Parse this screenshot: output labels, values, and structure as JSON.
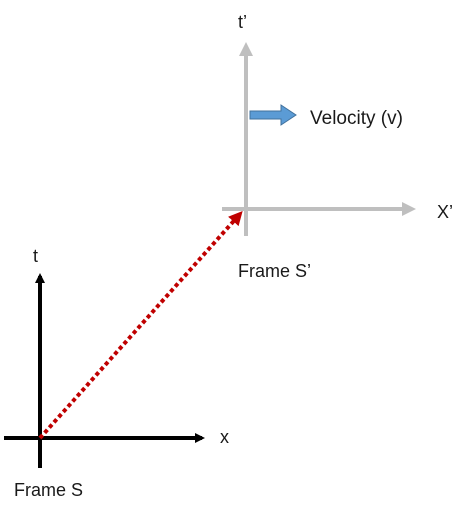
{
  "frame_s": {
    "caption": "Frame S",
    "time_axis_label": "t",
    "space_axis_label": "x",
    "axis_color": "#000000"
  },
  "frame_s_prime": {
    "caption": "Frame S’",
    "time_axis_label": "t’",
    "space_axis_label": "X’",
    "axis_color": "#bfbfbf"
  },
  "velocity": {
    "label": "Velocity (v)",
    "arrow_color": "#5b9bd5"
  },
  "displacement": {
    "line_color": "#c00000"
  },
  "text_color": "#1a1a1a"
}
